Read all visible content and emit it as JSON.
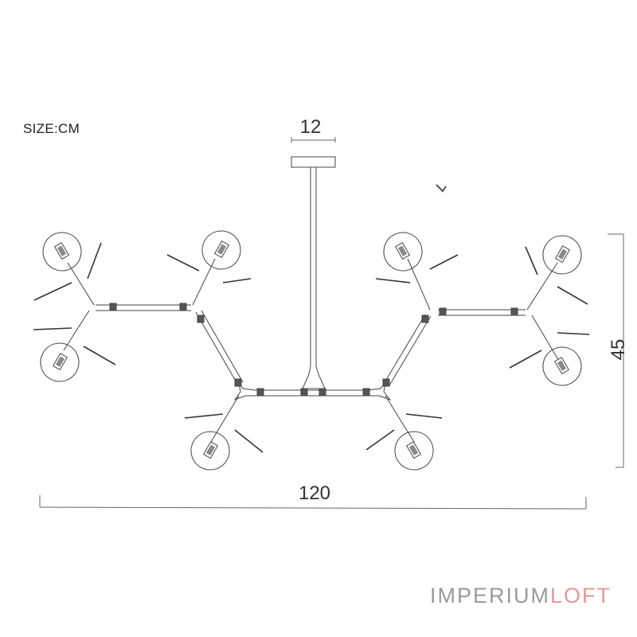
{
  "drawing": {
    "units_label": "SIZE:CM",
    "dimensions": {
      "canopy_width": "12",
      "total_width": "120",
      "total_height": "45"
    },
    "lamp_count": 8,
    "colors": {
      "line": "#444444",
      "joint": "#555555",
      "dimension_line": "#666666"
    }
  },
  "brand": {
    "part1": "IMPERIUM",
    "part2": "LOFT",
    "color1": "#9a9a9a",
    "color2": "#e29a96"
  }
}
